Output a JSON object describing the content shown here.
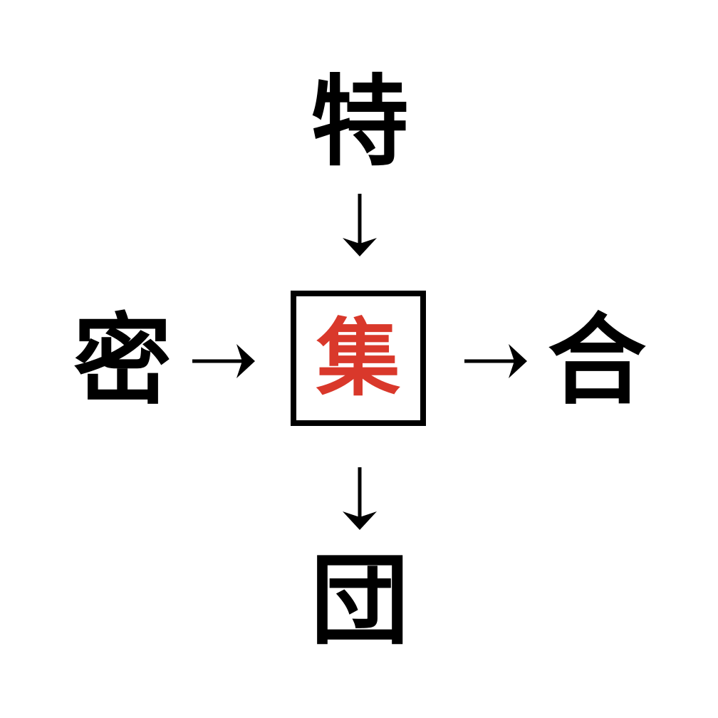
{
  "puzzle": {
    "center": {
      "char": "集",
      "color": "#d9382b"
    },
    "top": {
      "char": "特"
    },
    "left": {
      "char": "密"
    },
    "right": {
      "char": "合"
    },
    "bottom": {
      "char": "団"
    }
  },
  "icons": {
    "down_arrow": "↓",
    "right_arrow": "→"
  },
  "colors": {
    "ink": "#000000",
    "background": "#ffffff",
    "accent_red": "#d9382b",
    "box_border": "#000000"
  }
}
